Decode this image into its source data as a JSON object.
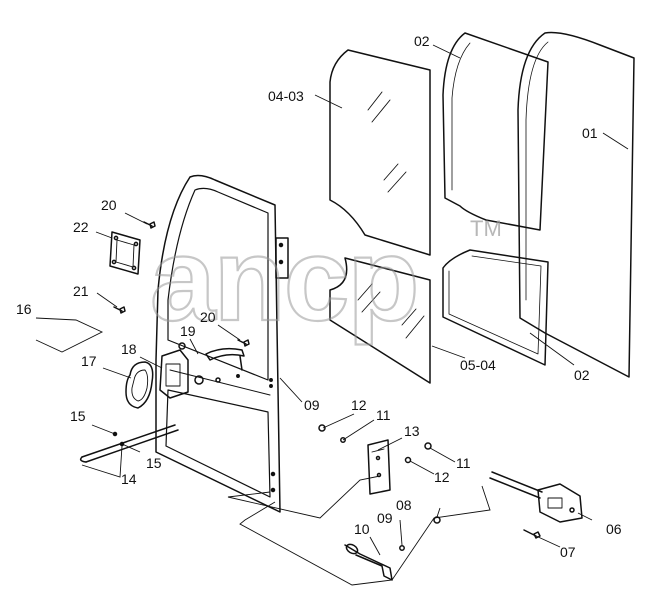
{
  "watermark": {
    "text": "ancp",
    "tm": "TM"
  },
  "labels": {
    "l01": "01",
    "l02a": "02",
    "l02b": "02",
    "l0403": "04-03",
    "l0504": "05-04",
    "l06": "06",
    "l07": "07",
    "l08": "08",
    "l09a": "09",
    "l09b": "09",
    "l10": "10",
    "l11a": "11",
    "l11b": "11",
    "l12a": "12",
    "l12b": "12",
    "l13": "13",
    "l14": "14",
    "l15a": "15",
    "l15b": "15",
    "l16": "16",
    "l17": "17",
    "l18": "18",
    "l19": "19",
    "l20a": "20",
    "l20b": "20",
    "l21": "21",
    "l22": "22"
  }
}
